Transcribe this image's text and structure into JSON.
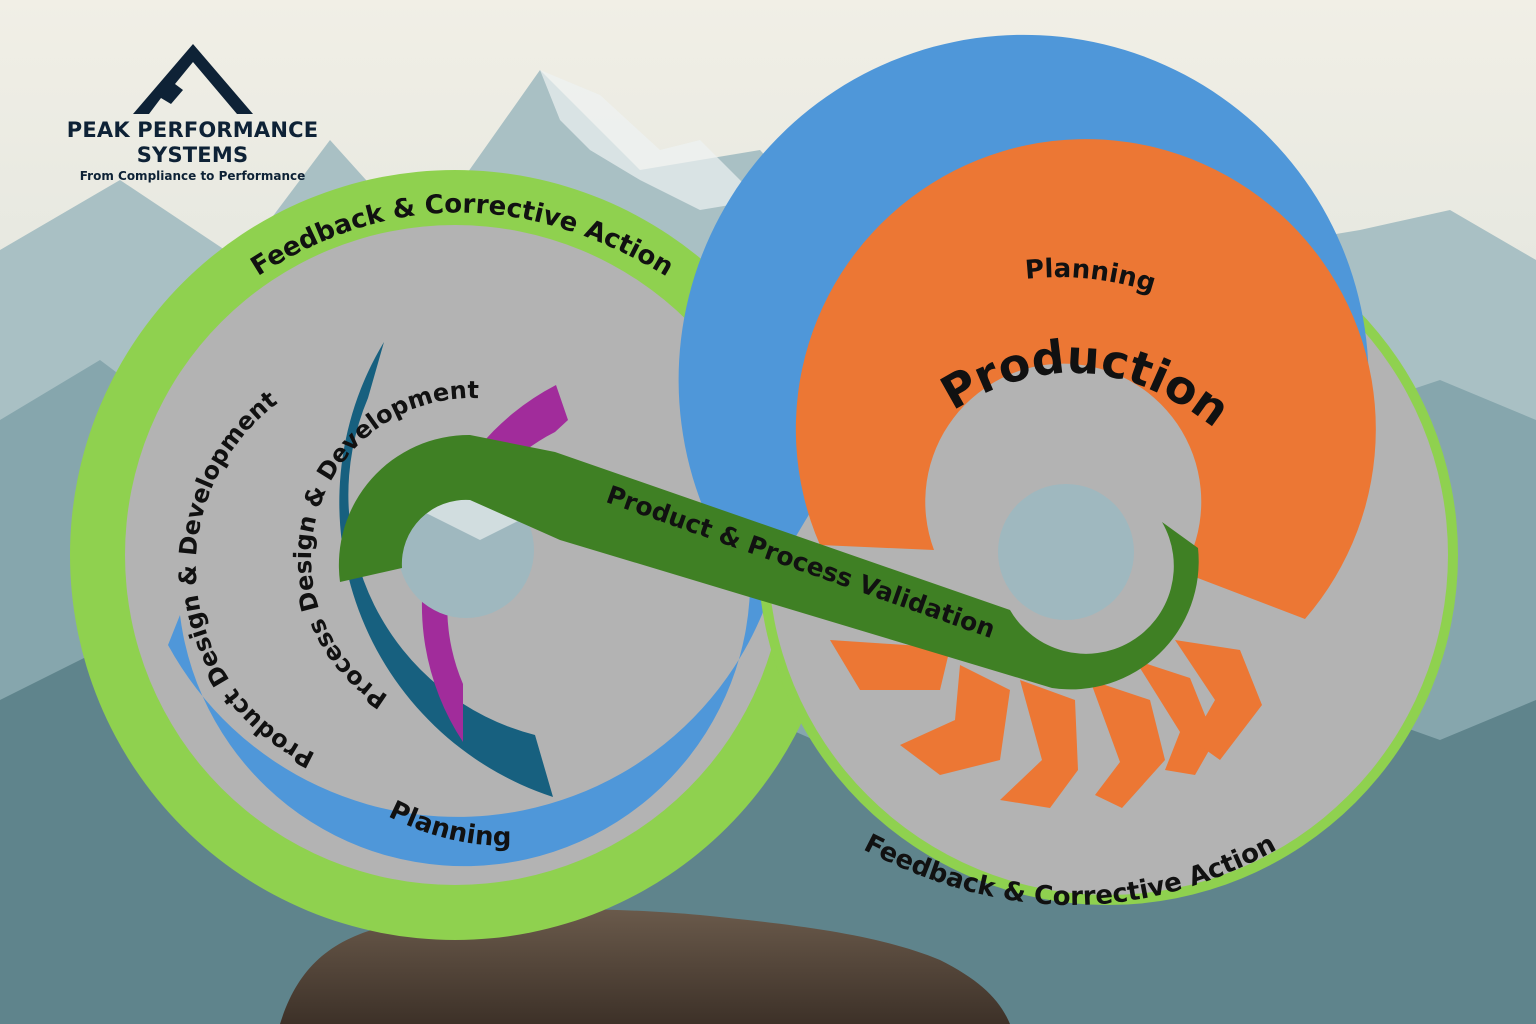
{
  "brand": {
    "name_line1": "PEAK PERFORMANCE",
    "name_line2": "SYSTEMS",
    "tagline": "From Compliance to Performance",
    "logo_icon": "mountain-peak-icon"
  },
  "diagram": {
    "left_loop": {
      "outer_ring_label": "Feedback & Corrective Action",
      "planning_label": "Planning",
      "product_design_label": "Product Design & Development",
      "process_design_label": "Process Design & Development"
    },
    "right_loop": {
      "planning_label": "Planning",
      "production_label": "Production",
      "outer_ring_label": "Feedback & Corrective Action"
    },
    "validation_label": "Product & Process Validation"
  },
  "colors": {
    "outer_ring": "#8fd14f",
    "inner_disc": "#b3b3b3",
    "planning": "#4f97d9",
    "product_design": "#17607f",
    "process_design": "#a12c9b",
    "production": "#ec7734",
    "validation": "#3f8024",
    "text": "#111111",
    "brand_text": "#0e2236"
  }
}
